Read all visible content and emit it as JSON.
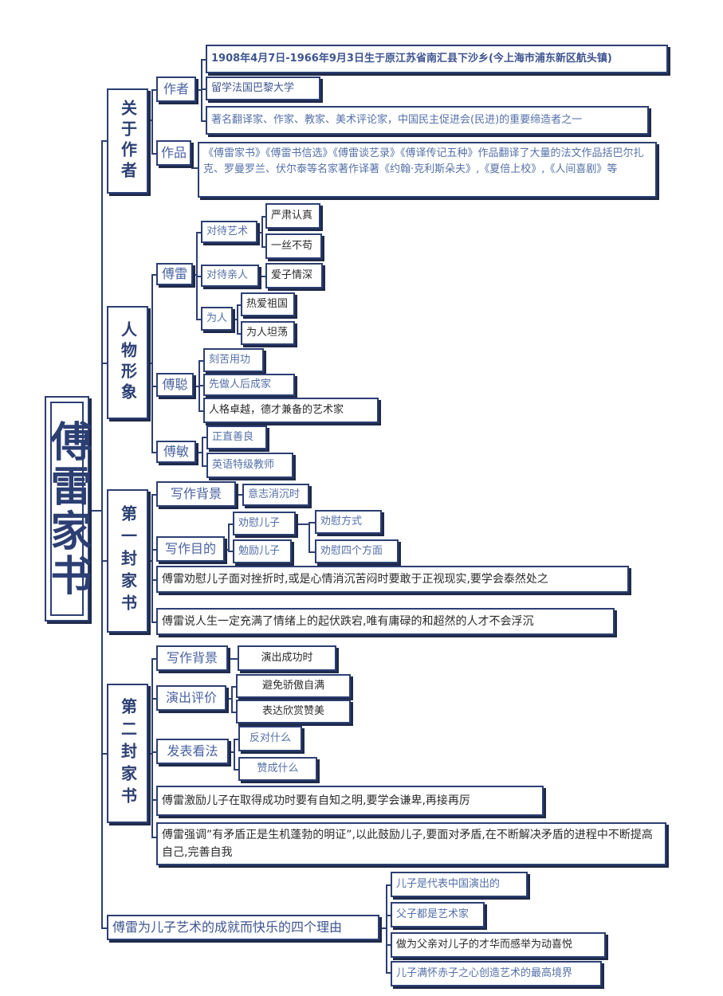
{
  "title": "傅雷家书",
  "sections": {
    "author": {
      "heading": "关于作者",
      "author_label": "作者",
      "author_items": [
        "1908年4月7日-1966年9月3日生于原江苏省南汇县下沙乡(今上海市浦东新区航头镇)",
        "留学法国巴黎大学",
        "著名翻译家、作家、教家、美术评论家，中国民主促进会(民进)的重要缔造者之一"
      ],
      "works_label": "作品",
      "works_text": "《傅雷家书》《傅雷书信选》《傅雷谈艺录》《傅译传记五种》作品翻译了大量的法文作品括巴尔扎克、罗曼罗兰、伏尔泰等名家著作译著《约翰·克利斯朵夫》,《夏倍上校》,《人间喜剧》等"
    },
    "characters": {
      "heading": "人物形象",
      "fulei": {
        "label": "傅雷",
        "art_label": "对待艺术",
        "art_items": [
          "严肃认真",
          "一丝不苟"
        ],
        "family_label": "对待亲人",
        "family_items": [
          "爱子情深"
        ],
        "person_label": "为人",
        "person_items": [
          "热爱祖国",
          "为人坦荡"
        ]
      },
      "fucong": {
        "label": "傅聪",
        "items": [
          "刻苦用功",
          "先做人后成家",
          "人格卓越，德才兼备的艺术家"
        ]
      },
      "fumin": {
        "label": "傅敏",
        "items": [
          "正直善良",
          "英语特级教师"
        ]
      }
    },
    "letter1": {
      "heading": "第一封家书",
      "bg_label": "写作背景",
      "bg_item": "意志消沉时",
      "purpose_label": "写作目的",
      "purpose_a": "劝慰儿子",
      "purpose_b": "勉励儿子",
      "purpose_c": "劝慰方式",
      "purpose_d": "劝慰四个方面",
      "summary1": "傅雷劝慰儿子面对挫折时,或是心情消沉苦闷时要敢于正视现实,要学会泰然处之",
      "summary2": "傅雷说人生一定充满了情绪上的起伏跌宕,唯有庸碌的和超然的人才不会浮沉"
    },
    "letter2": {
      "heading": "第二封家书",
      "bg_label": "写作背景",
      "bg_item": "演出成功时",
      "eval_label": "演出评价",
      "eval_items": [
        "避免骄傲自满",
        "表达欣赏赞美"
      ],
      "view_label": "发表看法",
      "view_items": [
        "反对什么",
        "赞成什么"
      ],
      "summary1": "傅雷激励儿子在取得成功时要有自知之明,要学会谦卑,再接再厉",
      "summary2": "傅雷强调”有矛盾正是生机蓬勃的明证”,以此鼓励儿子,要面对矛盾,在不断解决矛盾的进程中不断提高自己,完善自我"
    },
    "reasons": {
      "heading": "傅雷为儿子艺术的成就而快乐的四个理由",
      "items": [
        "儿子是代表中国演出的",
        "父子都是艺术家",
        "做为父亲对儿子的才华而感举为动喜悦",
        "儿子满怀赤子之心创造艺术的最高境界"
      ]
    }
  },
  "colors": {
    "border": "#2c3f73",
    "text_blue": "#5470a8",
    "text_dark": "#2b2b2b"
  }
}
